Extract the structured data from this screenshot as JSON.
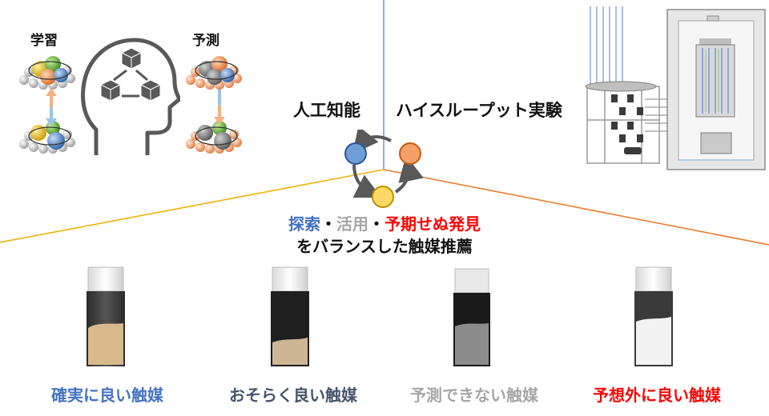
{
  "labels": {
    "learn": "学習",
    "predict": "予測"
  },
  "heads": {
    "ai": "人工知能",
    "hte": "ハイスループット実験"
  },
  "message": {
    "explore": "探索",
    "dot1": "・",
    "exploit": "活用",
    "dot2": "・",
    "serendipity": "予期せぬ発見",
    "line2": "をバランスした触媒推薦"
  },
  "captions": [
    {
      "text": "確実に良い触媒",
      "color": "#4472c4"
    },
    {
      "text": "おそらく良い触媒",
      "color": "#44546a"
    },
    {
      "text": "予測できない触媒",
      "color": "#a6a6a6"
    },
    {
      "text": "予想外に良い触媒",
      "color": "#ff0000"
    }
  ],
  "colors": {
    "blue": "#6f9ed9",
    "orange": "#ed7d31",
    "yellow": "#ffc000",
    "line_yellow": "#f2b20e",
    "line_orange": "#ed7d31",
    "line_blue": "#6f9fd8",
    "gray": "#595959"
  },
  "icons": [
    "brain-head-icon",
    "cycle-icon",
    "catalyst-cluster-icon",
    "reactor-apparatus-icon",
    "vial-icon"
  ]
}
